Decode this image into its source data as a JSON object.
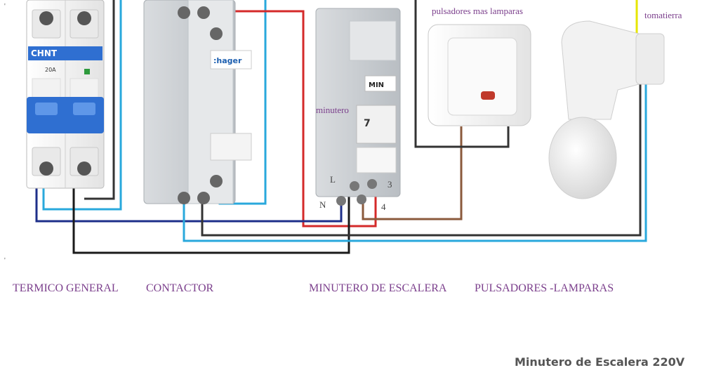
{
  "labels": {
    "pulsadores_note": "pulsadores mas lamparas",
    "tomatierra": "tomatierra",
    "minutero_overlay": "minutero",
    "term_L": "L",
    "term_N": "N",
    "term_3": "3",
    "term_4": "4"
  },
  "sections": {
    "termico": "TERMICO GENERAL",
    "contactor": "CONTACTOR",
    "minutero": "MINUTERO DE ESCALERA",
    "pulsadores": "PULSADORES -LAMPARAS"
  },
  "devices": {
    "breaker_brand": "CHNT",
    "breaker_rating": "20A",
    "contactor_brand": ":hager",
    "timer_brand": "MIN",
    "timer_dial": "7"
  },
  "title": "Minutero de Escalera 220V",
  "colors": {
    "wire_red": "#d42a2a",
    "wire_blue": "#1e2f8a",
    "wire_cyan": "#29a8dc",
    "wire_black": "#1a1a1a",
    "wire_dark": "#333333",
    "wire_brown": "#8b5a3c",
    "wire_yellow": "#e6e600",
    "label_purple": "#7b3f8c"
  }
}
